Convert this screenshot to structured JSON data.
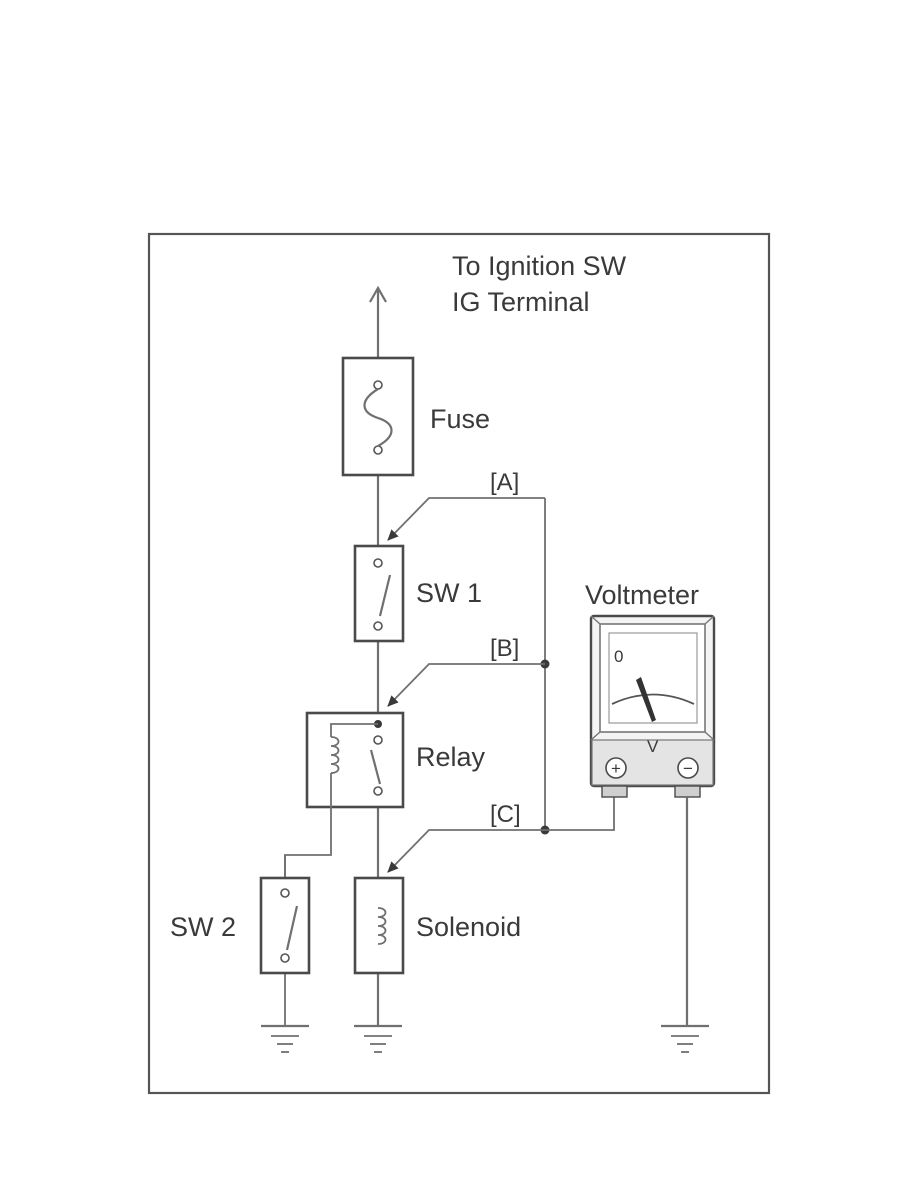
{
  "labels": {
    "ignition_line1": "To Ignition SW",
    "ignition_line2": "IG Terminal",
    "fuse": "Fuse",
    "sw1": "SW 1",
    "relay": "Relay",
    "sw2": "SW 2",
    "solenoid": "Solenoid",
    "voltmeter": "Voltmeter",
    "point_a": "[A]",
    "point_b": "[B]",
    "point_c": "[C]",
    "meter_zero": "0",
    "meter_unit": "V",
    "terminal_plus": "+",
    "terminal_minus": "−"
  },
  "colors": {
    "line": "#707070",
    "outline": "#4a4a4a",
    "text": "#3a3a3a"
  }
}
